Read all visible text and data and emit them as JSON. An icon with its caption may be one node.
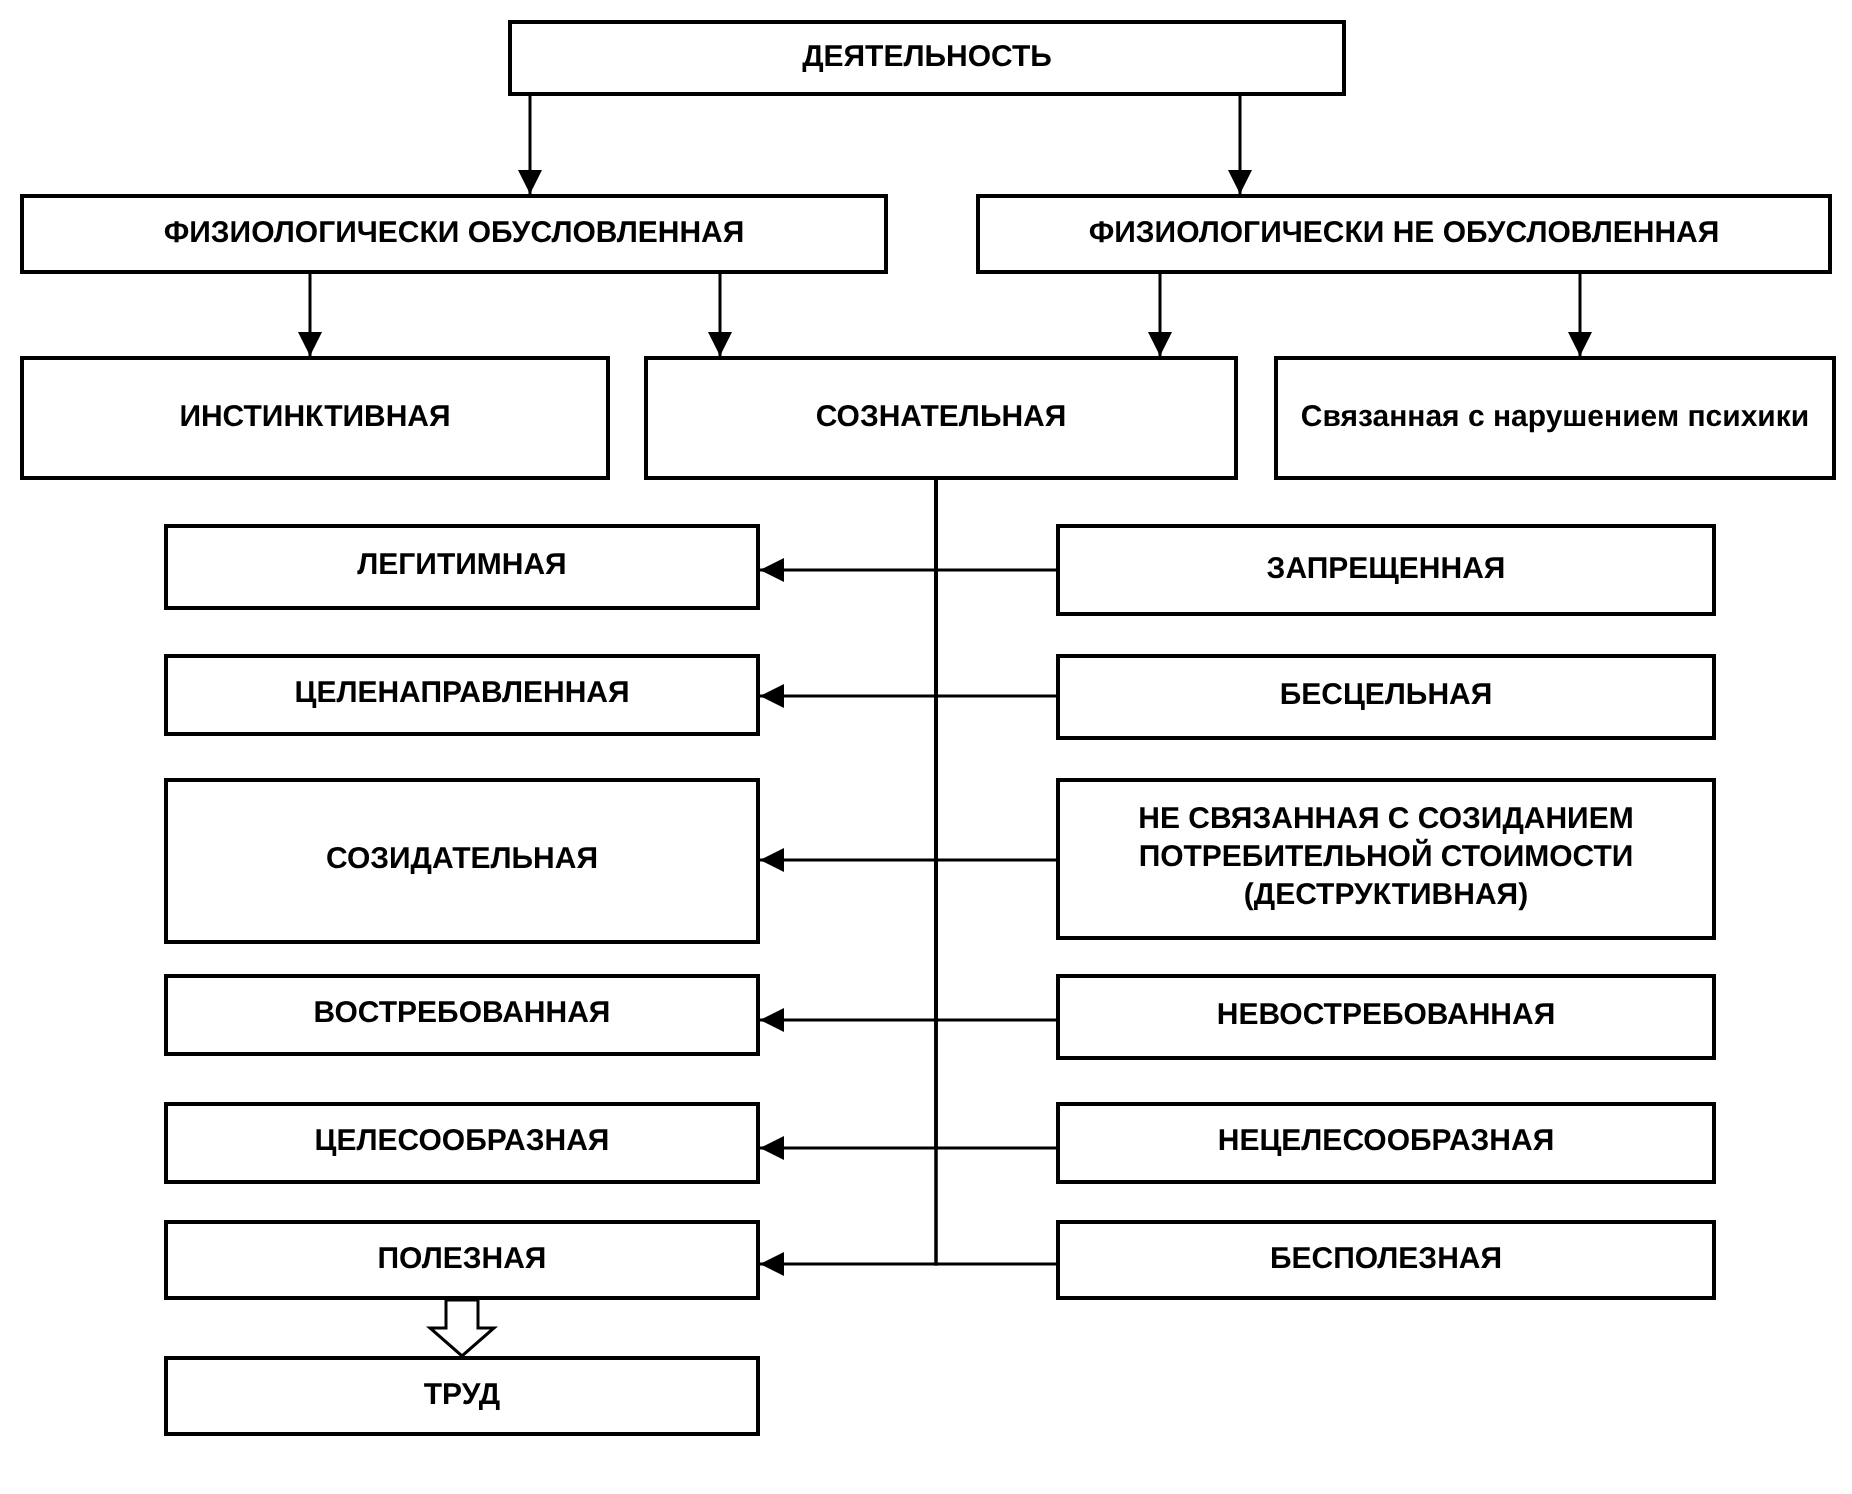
{
  "diagram": {
    "nodes": [
      {
        "text": [
          "ДЕЯТЕЛЬНОСТЬ"
        ]
      },
      {
        "text": [
          "ФИЗИОЛОГИЧЕСКИ ОБУСЛОВЛЕННАЯ"
        ]
      },
      {
        "text": [
          "ФИЗИОЛОГИЧЕСКИ НЕ ОБУСЛОВЛЕННАЯ"
        ]
      },
      {
        "text": [
          "ИНСТИНКТИВНАЯ"
        ]
      },
      {
        "text": [
          "СОЗНАТЕЛЬНАЯ"
        ]
      },
      {
        "text": [
          "Связанная с нарушением психики"
        ]
      },
      {
        "text": [
          "ЛЕГИТИМНАЯ"
        ]
      },
      {
        "text": [
          "ЗАПРЕЩЕННАЯ"
        ]
      },
      {
        "text": [
          "ЦЕЛЕНАПРАВЛЕННАЯ"
        ]
      },
      {
        "text": [
          "БЕСЦЕЛЬНАЯ"
        ]
      },
      {
        "text": [
          "СОЗИДАТЕЛЬНАЯ"
        ]
      },
      {
        "text": [
          "НЕ СВЯЗАННАЯ С СОЗИДАНИЕМ ПОТРЕБИТЕЛЬНОЙ СТОИМОСТИ (ДЕСТРУКТИВНАЯ)"
        ]
      },
      {
        "text": [
          "ВОСТРЕБОВАННАЯ"
        ]
      },
      {
        "text": [
          "НЕВОСТРЕБОВАННАЯ"
        ]
      },
      {
        "text": [
          "ЦЕЛЕСООБРАЗНАЯ"
        ]
      },
      {
        "text": [
          "НЕЦЕЛЕСООБРАЗНАЯ"
        ]
      },
      {
        "text": [
          "ПОЛЕЗНАЯ"
        ]
      },
      {
        "text": [
          "БЕСПОЛЕЗНАЯ"
        ]
      },
      {
        "text": [
          "ТРУД"
        ]
      }
    ],
    "edges": [
      {
        "from": 0,
        "to": 1,
        "arrow": "to"
      },
      {
        "from": 0,
        "to": 2,
        "arrow": "to"
      },
      {
        "from": 1,
        "to": 3,
        "arrow": "to"
      },
      {
        "from": 1,
        "to": 4,
        "arrow": "to"
      },
      {
        "from": 2,
        "to": 4,
        "arrow": "to"
      },
      {
        "from": 2,
        "to": 5,
        "arrow": "to"
      },
      {
        "from": 4,
        "to": 6,
        "arrow": "to"
      },
      {
        "from": 4,
        "to": 7,
        "arrow": "none"
      },
      {
        "from": 4,
        "to": 8,
        "arrow": "to"
      },
      {
        "from": 4,
        "to": 9,
        "arrow": "none"
      },
      {
        "from": 4,
        "to": 10,
        "arrow": "to"
      },
      {
        "from": 4,
        "to": 11,
        "arrow": "none"
      },
      {
        "from": 4,
        "to": 12,
        "arrow": "to"
      },
      {
        "from": 4,
        "to": 13,
        "arrow": "none"
      },
      {
        "from": 4,
        "to": 14,
        "arrow": "to"
      },
      {
        "from": 4,
        "to": 15,
        "arrow": "none"
      },
      {
        "from": 4,
        "to": 16,
        "arrow": "to"
      },
      {
        "from": 4,
        "to": 17,
        "arrow": "none"
      },
      {
        "from": 16,
        "to": 18,
        "arrow": "to"
      }
    ]
  }
}
